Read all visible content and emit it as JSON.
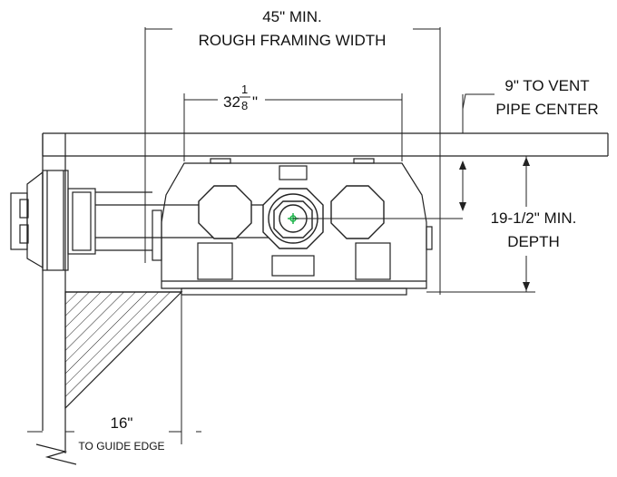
{
  "dimensions": {
    "rough_framing": {
      "value": "45\" MIN.",
      "label": "ROUGH FRAMING WIDTH"
    },
    "unit_width": {
      "whole": "32",
      "numerator": "1",
      "denominator": "8",
      "unit": "\""
    },
    "vent_pipe": {
      "line1": "9\" TO VENT",
      "line2": "PIPE CENTER"
    },
    "min_depth": {
      "line1": "19-1/2\" MIN.",
      "line2": "DEPTH"
    },
    "guide_edge": {
      "value": "16\"",
      "label": "TO GUIDE EDGE"
    }
  },
  "colors": {
    "line": "#222222",
    "vent_center": "#1db34a"
  }
}
